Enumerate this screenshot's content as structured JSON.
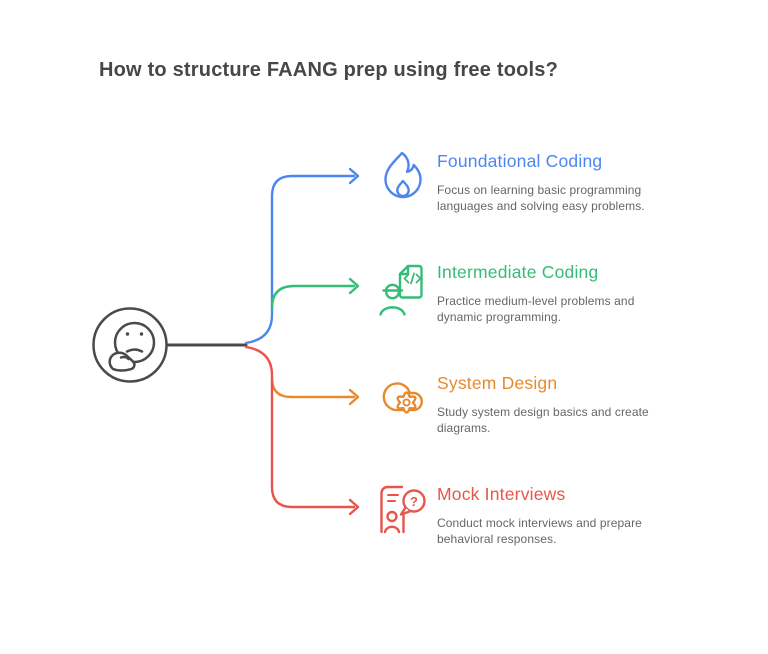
{
  "title": {
    "text": "How to structure FAANG prep using free tools?",
    "color": "#474747"
  },
  "center_node": {
    "icon": "thinking-face-icon",
    "color": "#4a4a4a"
  },
  "connector_color": "#4a4a4a",
  "description_color": "#666666",
  "branches": [
    {
      "title": "Foundational Coding",
      "description": "Focus on learning basic programming languages and solving easy problems.",
      "color": "#4e86f0",
      "icon": "flame-icon"
    },
    {
      "title": "Intermediate Coding",
      "description": "Practice medium-level problems and dynamic programming.",
      "color": "#35bd78",
      "icon": "engineer-code-document-icon"
    },
    {
      "title": "System Design",
      "description": "Study system design basics and create diagrams.",
      "color": "#e78a2e",
      "icon": "cloud-gear-icon"
    },
    {
      "title": "Mock Interviews",
      "description": "Conduct mock interviews and prepare behavioral responses.",
      "color": "#e8564b",
      "icon": "person-question-bubble-icon",
      "bubble_glyph": "?"
    }
  ]
}
